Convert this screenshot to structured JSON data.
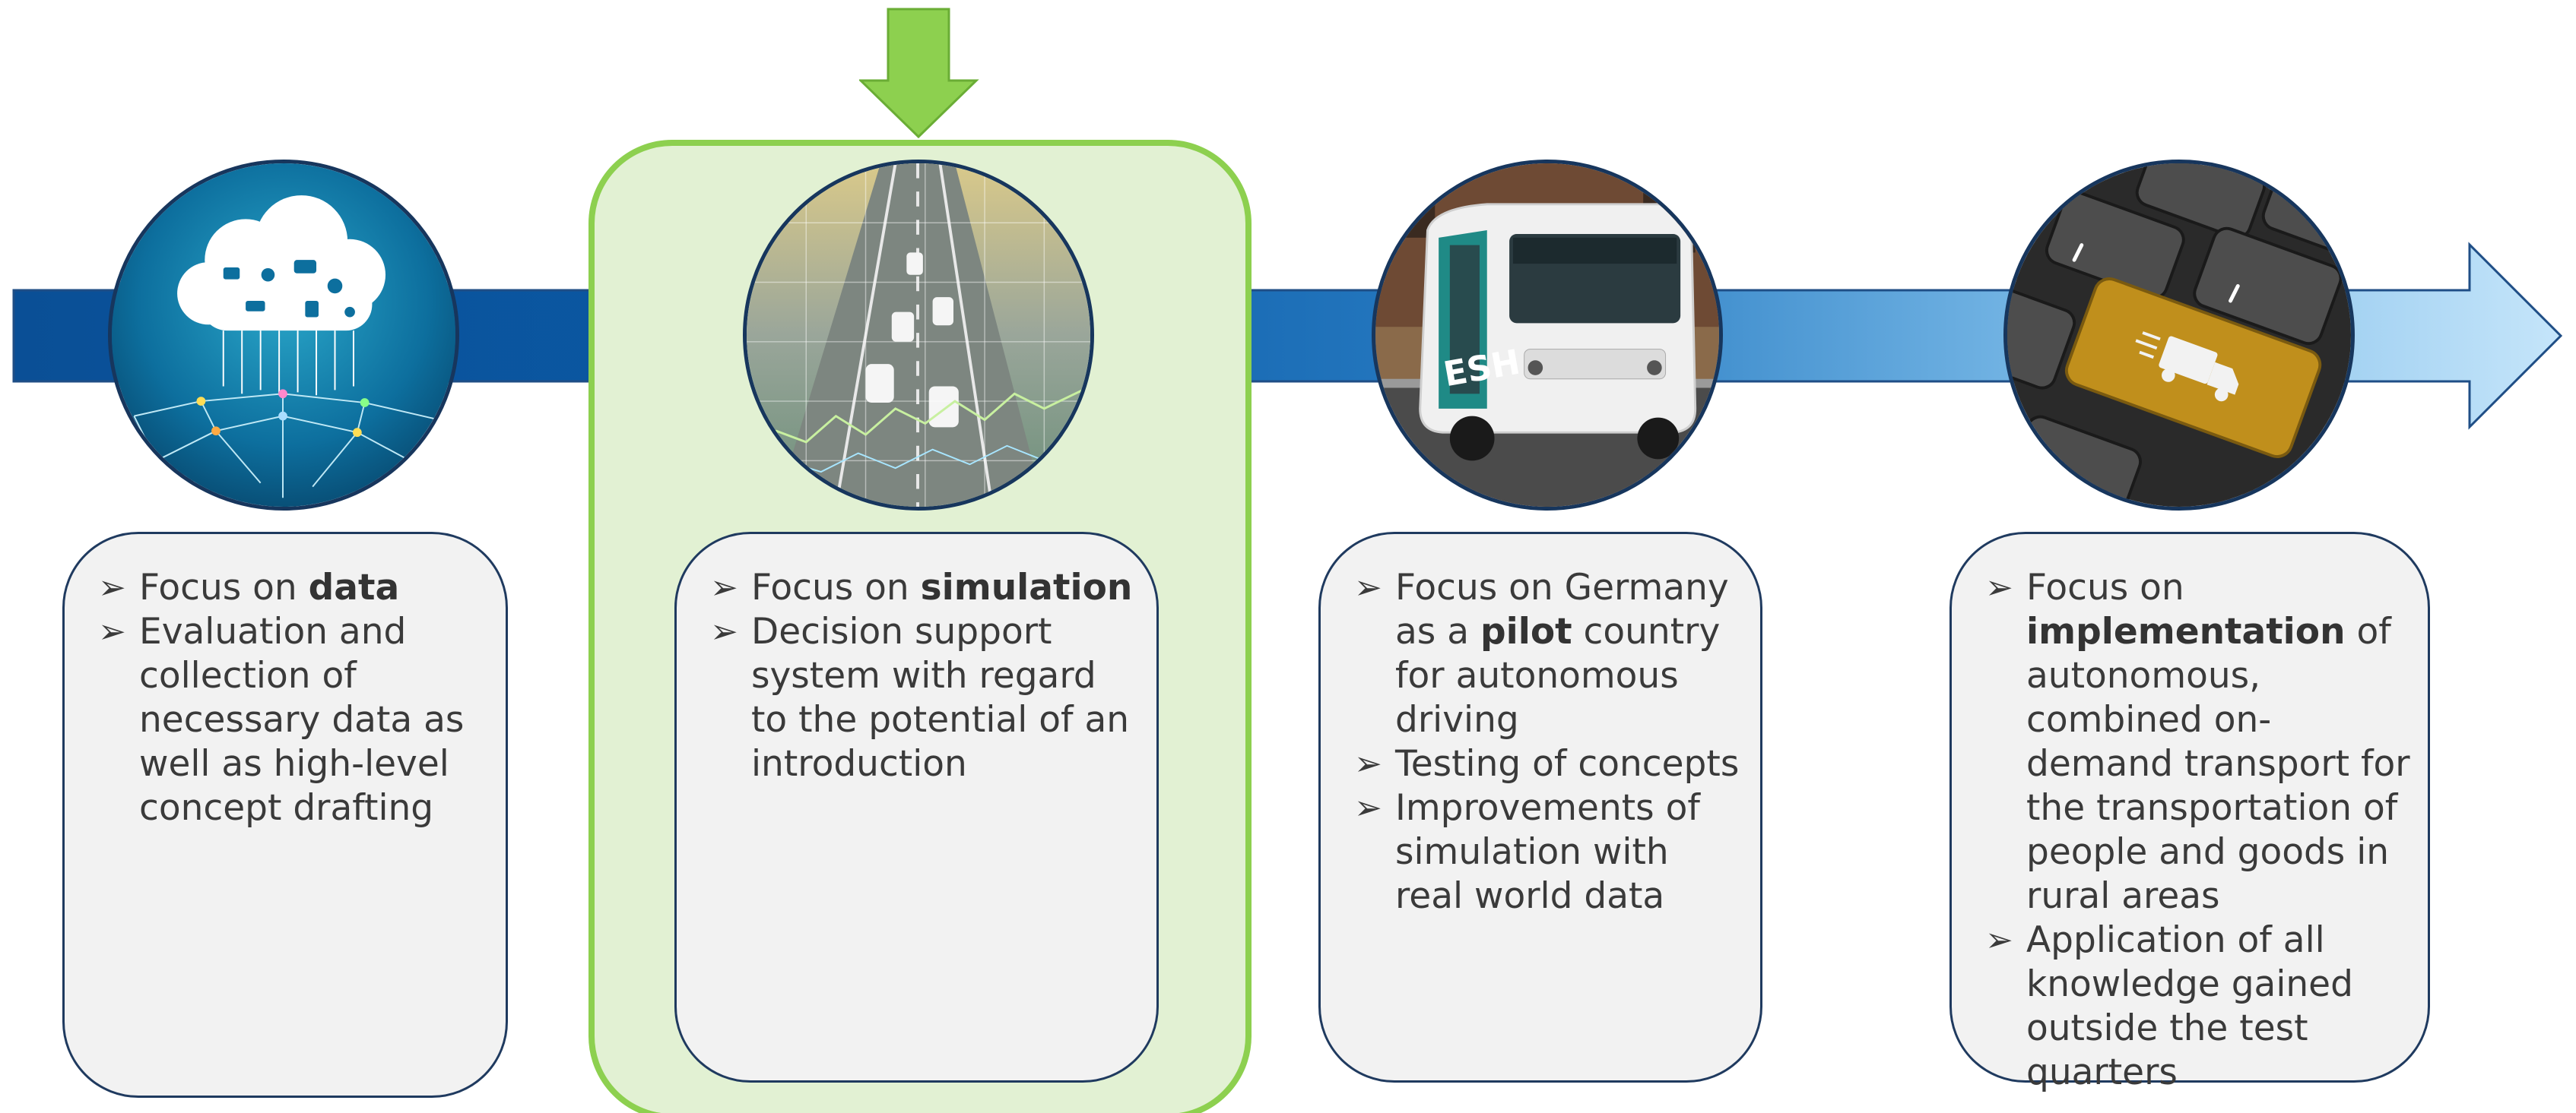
{
  "phases": [
    {
      "image_icon": "data-cloud-network-icon",
      "bullets": [
        {
          "pre": "Focus on ",
          "bold": "data",
          "post": ""
        },
        {
          "pre": "Evaluation and collection of necessary data as well as high-level concept drafting",
          "bold": "",
          "post": ""
        }
      ]
    },
    {
      "image_icon": "traffic-simulation-icon",
      "highlighted": true,
      "bullets": [
        {
          "pre": "Focus on ",
          "bold": "simulation",
          "post": ""
        },
        {
          "pre": "Decision support system with regard to the potential of an introduction",
          "bold": "",
          "post": ""
        }
      ]
    },
    {
      "image_icon": "autonomous-shuttle-icon",
      "bullets": [
        {
          "pre": "Focus on Germany as a ",
          "bold": "pilot",
          "post": " country for autonomous driving"
        },
        {
          "pre": "Testing of concepts",
          "bold": "",
          "post": ""
        },
        {
          "pre": "Improvements of simulation with real world data",
          "bold": "",
          "post": ""
        }
      ]
    },
    {
      "image_icon": "keyboard-delivery-truck-icon",
      "bullets": [
        {
          "pre": "Focus on ",
          "bold": "implementation",
          "post": " of autonomous, combined on-demand transport for the transportation of people and goods in rural areas"
        },
        {
          "pre": "Application of all knowledge gained outside the test quarters",
          "bold": "",
          "post": ""
        }
      ]
    }
  ],
  "bullet_glyph": "➢",
  "colors": {
    "band_start": "#0a4f96",
    "band_end": "#b4dcf7",
    "highlight_fill": "#e2f1d3",
    "highlight_border": "#8dd04f",
    "marker_arrow": "#8dd04f",
    "card_fill": "#f2f2f2",
    "card_border": "#1f3a5f"
  }
}
